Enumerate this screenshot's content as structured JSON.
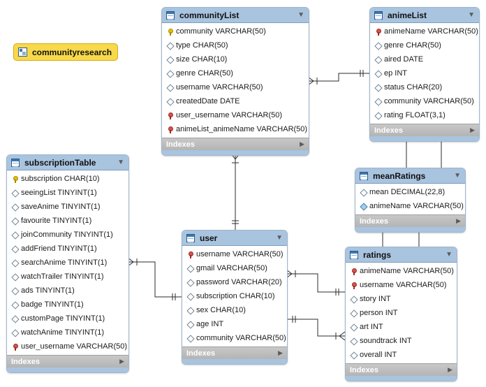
{
  "schema": {
    "name": "communityresearch"
  },
  "footer_label": "Indexes",
  "tables": {
    "communityList": {
      "name": "communityList",
      "columns": [
        {
          "text": "community VARCHAR(50)",
          "kind": "pk"
        },
        {
          "text": "type CHAR(50)",
          "kind": "attr"
        },
        {
          "text": "size CHAR(10)",
          "kind": "attr"
        },
        {
          "text": "genre CHAR(50)",
          "kind": "attr"
        },
        {
          "text": "username VARCHAR(50)",
          "kind": "attr"
        },
        {
          "text": "createdDate DATE",
          "kind": "attr"
        },
        {
          "text": "user_username VARCHAR(50)",
          "kind": "fk"
        },
        {
          "text": "animeList_animeName VARCHAR(50)",
          "kind": "fk"
        }
      ]
    },
    "animeList": {
      "name": "animeList",
      "columns": [
        {
          "text": "animeName VARCHAR(50)",
          "kind": "fk"
        },
        {
          "text": "genre CHAR(50)",
          "kind": "attr"
        },
        {
          "text": "aired DATE",
          "kind": "attr"
        },
        {
          "text": "ep INT",
          "kind": "attr"
        },
        {
          "text": "status CHAR(20)",
          "kind": "attr"
        },
        {
          "text": "community VARCHAR(50)",
          "kind": "attr"
        },
        {
          "text": "rating FLOAT(3,1)",
          "kind": "attr"
        }
      ]
    },
    "meanRatings": {
      "name": "meanRatings",
      "columns": [
        {
          "text": "mean DECIMAL(22,8)",
          "kind": "attr"
        },
        {
          "text": "animeName VARCHAR(50)",
          "kind": "attr-fk"
        }
      ]
    },
    "subscriptionTable": {
      "name": "subscriptionTable",
      "columns": [
        {
          "text": "subscription CHAR(10)",
          "kind": "pk"
        },
        {
          "text": "seeingList TINYINT(1)",
          "kind": "attr"
        },
        {
          "text": "saveAnime TINYINT(1)",
          "kind": "attr"
        },
        {
          "text": "favourite TINYINT(1)",
          "kind": "attr"
        },
        {
          "text": "joinCommunity TINYINT(1)",
          "kind": "attr"
        },
        {
          "text": "addFriend TINYINT(1)",
          "kind": "attr"
        },
        {
          "text": "searchAnime TINYINT(1)",
          "kind": "attr"
        },
        {
          "text": "watchTrailer TINYINT(1)",
          "kind": "attr"
        },
        {
          "text": "ads TINYINT(1)",
          "kind": "attr"
        },
        {
          "text": "badge TINYINT(1)",
          "kind": "attr"
        },
        {
          "text": "customPage TINYINT(1)",
          "kind": "attr"
        },
        {
          "text": "watchAnime TINYINT(1)",
          "kind": "attr"
        },
        {
          "text": "user_username VARCHAR(50)",
          "kind": "fk"
        }
      ]
    },
    "user": {
      "name": "user",
      "columns": [
        {
          "text": "username VARCHAR(50)",
          "kind": "fk"
        },
        {
          "text": "gmail VARCHAR(50)",
          "kind": "attr"
        },
        {
          "text": "password VARCHAR(20)",
          "kind": "attr"
        },
        {
          "text": "subscription CHAR(10)",
          "kind": "attr"
        },
        {
          "text": "sex CHAR(10)",
          "kind": "attr"
        },
        {
          "text": "age INT",
          "kind": "attr"
        },
        {
          "text": "community VARCHAR(50)",
          "kind": "attr"
        }
      ]
    },
    "ratings": {
      "name": "ratings",
      "columns": [
        {
          "text": "animeName VARCHAR(50)",
          "kind": "fk"
        },
        {
          "text": "username VARCHAR(50)",
          "kind": "fk"
        },
        {
          "text": "story INT",
          "kind": "attr"
        },
        {
          "text": "person INT",
          "kind": "attr"
        },
        {
          "text": "art INT",
          "kind": "attr"
        },
        {
          "text": "soundtrack INT",
          "kind": "attr"
        },
        {
          "text": "overall INT",
          "kind": "attr"
        }
      ]
    }
  },
  "relationships": [
    {
      "from": "communityList",
      "to": "animeList",
      "from_end": "one-or-many",
      "to_end": "one"
    },
    {
      "from": "communityList",
      "to": "user",
      "from_end": "one-or-many",
      "to_end": "one"
    },
    {
      "from": "animeList",
      "to": "meanRatings",
      "from_end": "one-or-many",
      "to_end": "one"
    },
    {
      "from": "meanRatings",
      "to": "ratings",
      "from_end": "one",
      "to_end": "one-or-many"
    },
    {
      "from": "animeList",
      "to": "ratings",
      "from_end": "one",
      "to_end": "one"
    },
    {
      "from": "subscriptionTable",
      "to": "user",
      "from_end": "one-or-many",
      "to_end": "one"
    },
    {
      "from": "user",
      "to": "ratings",
      "from_end": "one-or-many",
      "to_end": "one"
    },
    {
      "from": "user",
      "to": "ratings",
      "from_end": "one",
      "to_end": "one-or-many"
    }
  ]
}
